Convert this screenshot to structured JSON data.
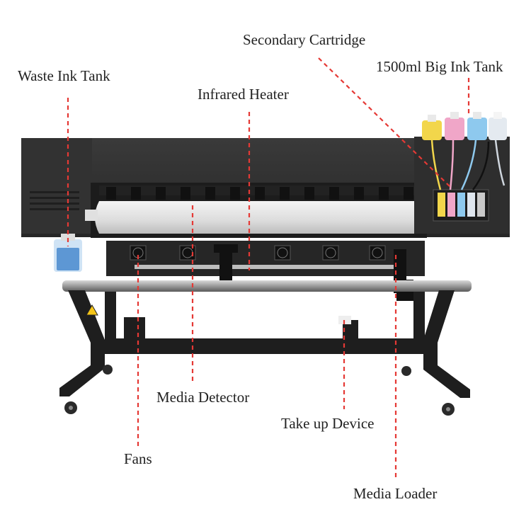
{
  "labels": {
    "secondary_cartridge": "Secondary Cartridge",
    "big_ink_tank": "1500ml Big Ink Tank",
    "waste_ink_tank": "Waste Ink Tank",
    "infrared_heater": "Infrared Heater",
    "media_detector": "Media Detector",
    "take_up_device": "Take up Device",
    "fans": "Fans",
    "media_loader": "Media Loader"
  },
  "colors": {
    "leader_line": "#e53935",
    "printer_body": "#2b2b2b",
    "frame": "#1e1e1e",
    "platen": "#e8e8e8",
    "ink_yellow": "#f2d64b",
    "ink_magenta": "#f0a6c8",
    "ink_cyan": "#8ec9ee",
    "ink_black": "#e4eaf0"
  },
  "icons": [
    "printer-illustration",
    "ink-bottle-icon",
    "fan-icon",
    "wheel-icon",
    "warning-icon"
  ]
}
